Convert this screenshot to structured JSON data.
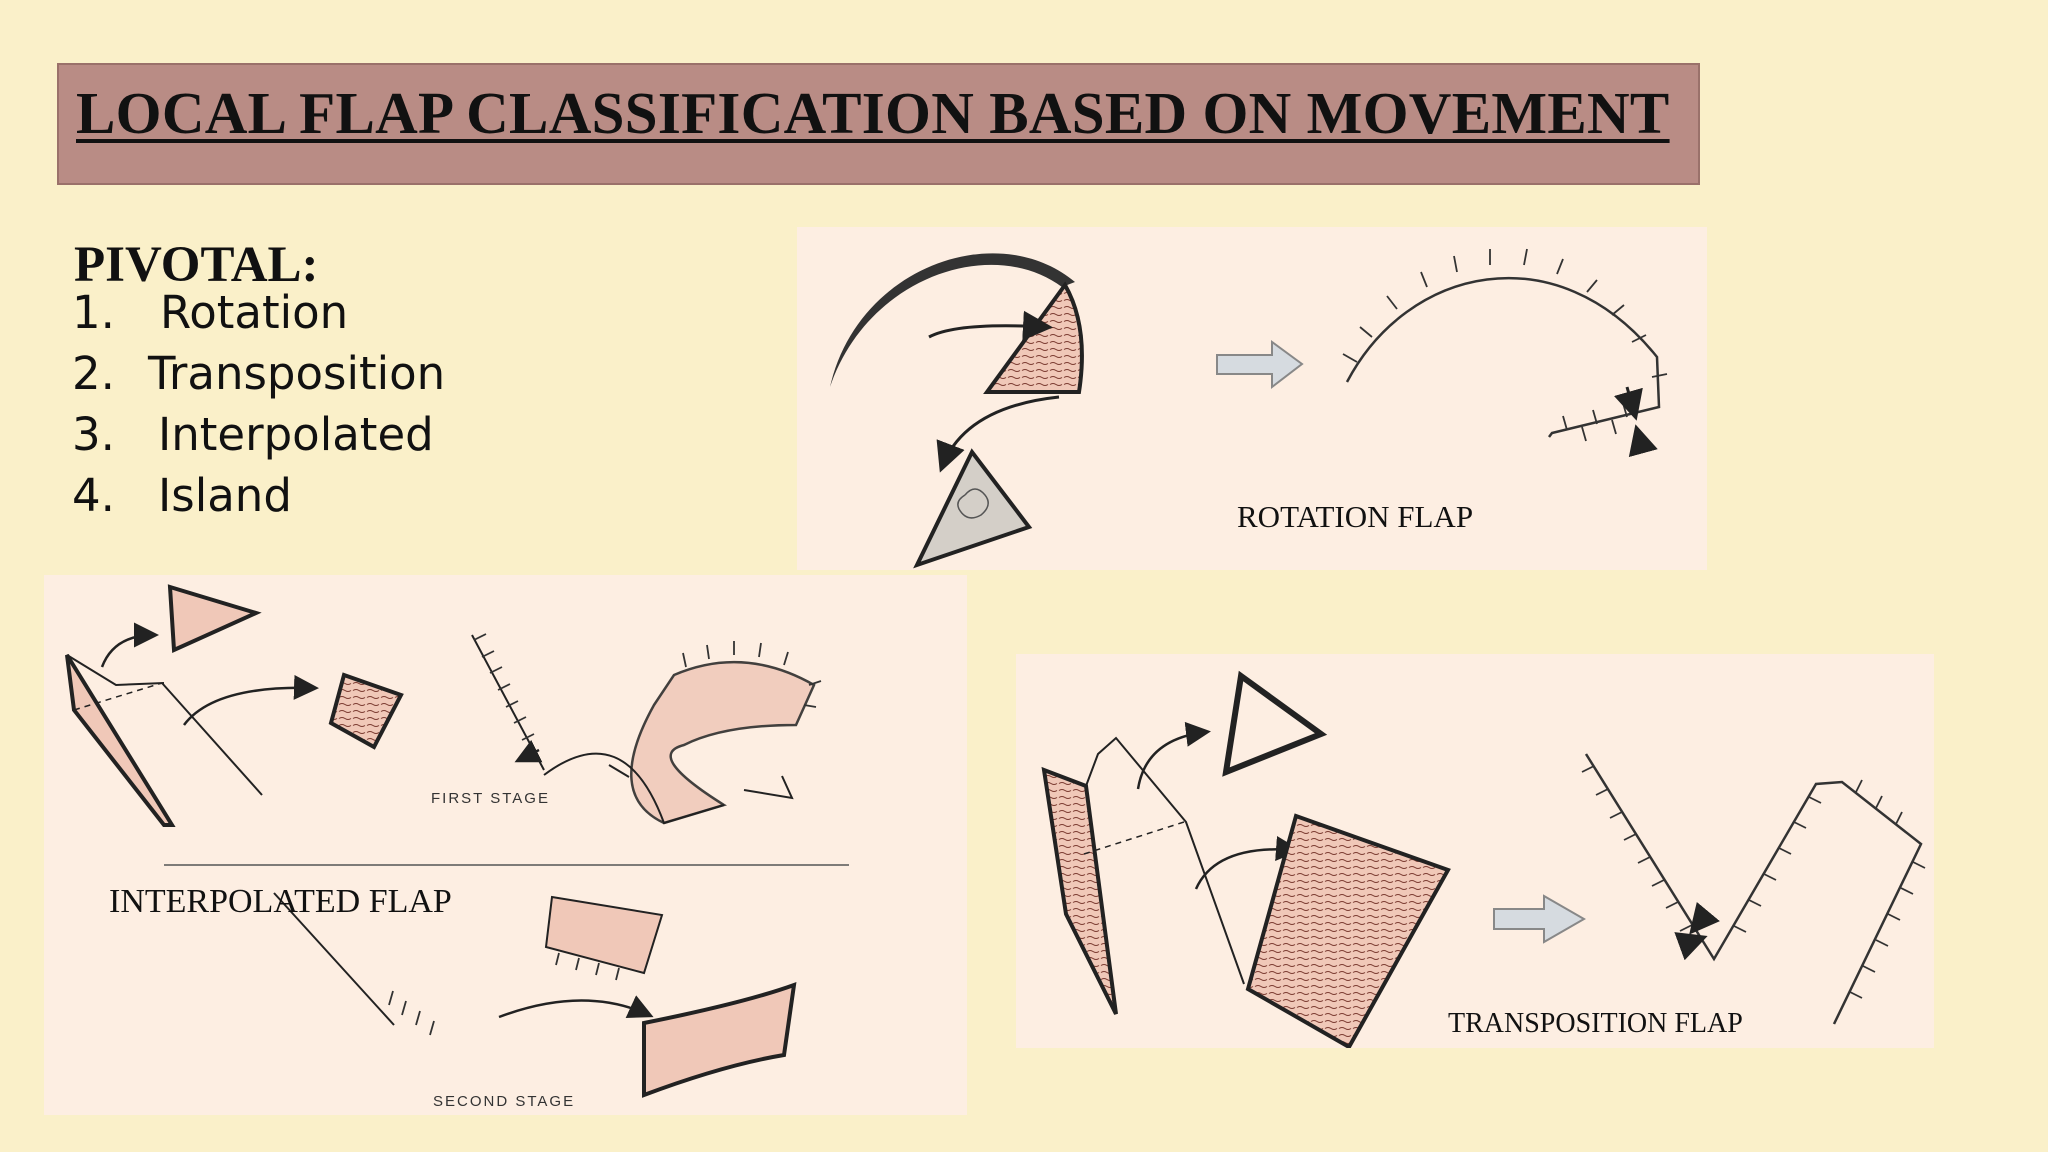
{
  "slide": {
    "title": "LOCAL FLAP CLASSIFICATION BASED ON MOVEMENT",
    "heading": "PIVOTAL:",
    "items": [
      {
        "num": "1.",
        "label": "Rotation"
      },
      {
        "num": "2.",
        "label": "Transposition"
      },
      {
        "num": "3.",
        "label": "Interpolated"
      },
      {
        "num": "4.",
        "label": "Island"
      }
    ]
  },
  "figures": {
    "rotation": {
      "caption": "ROTATION FLAP"
    },
    "interpolated": {
      "caption": "INTERPOLATED FLAP",
      "first_stage": "FIRST STAGE",
      "second_stage": "SECOND STAGE"
    },
    "transposition": {
      "caption": "TRANSPOSITION FLAP"
    }
  },
  "colors": {
    "background": "#faf0c9",
    "title_bar": "#b98c85",
    "panel": "#fdeee2",
    "flap_fill": "#f0c8b8",
    "lines": "#222222"
  }
}
